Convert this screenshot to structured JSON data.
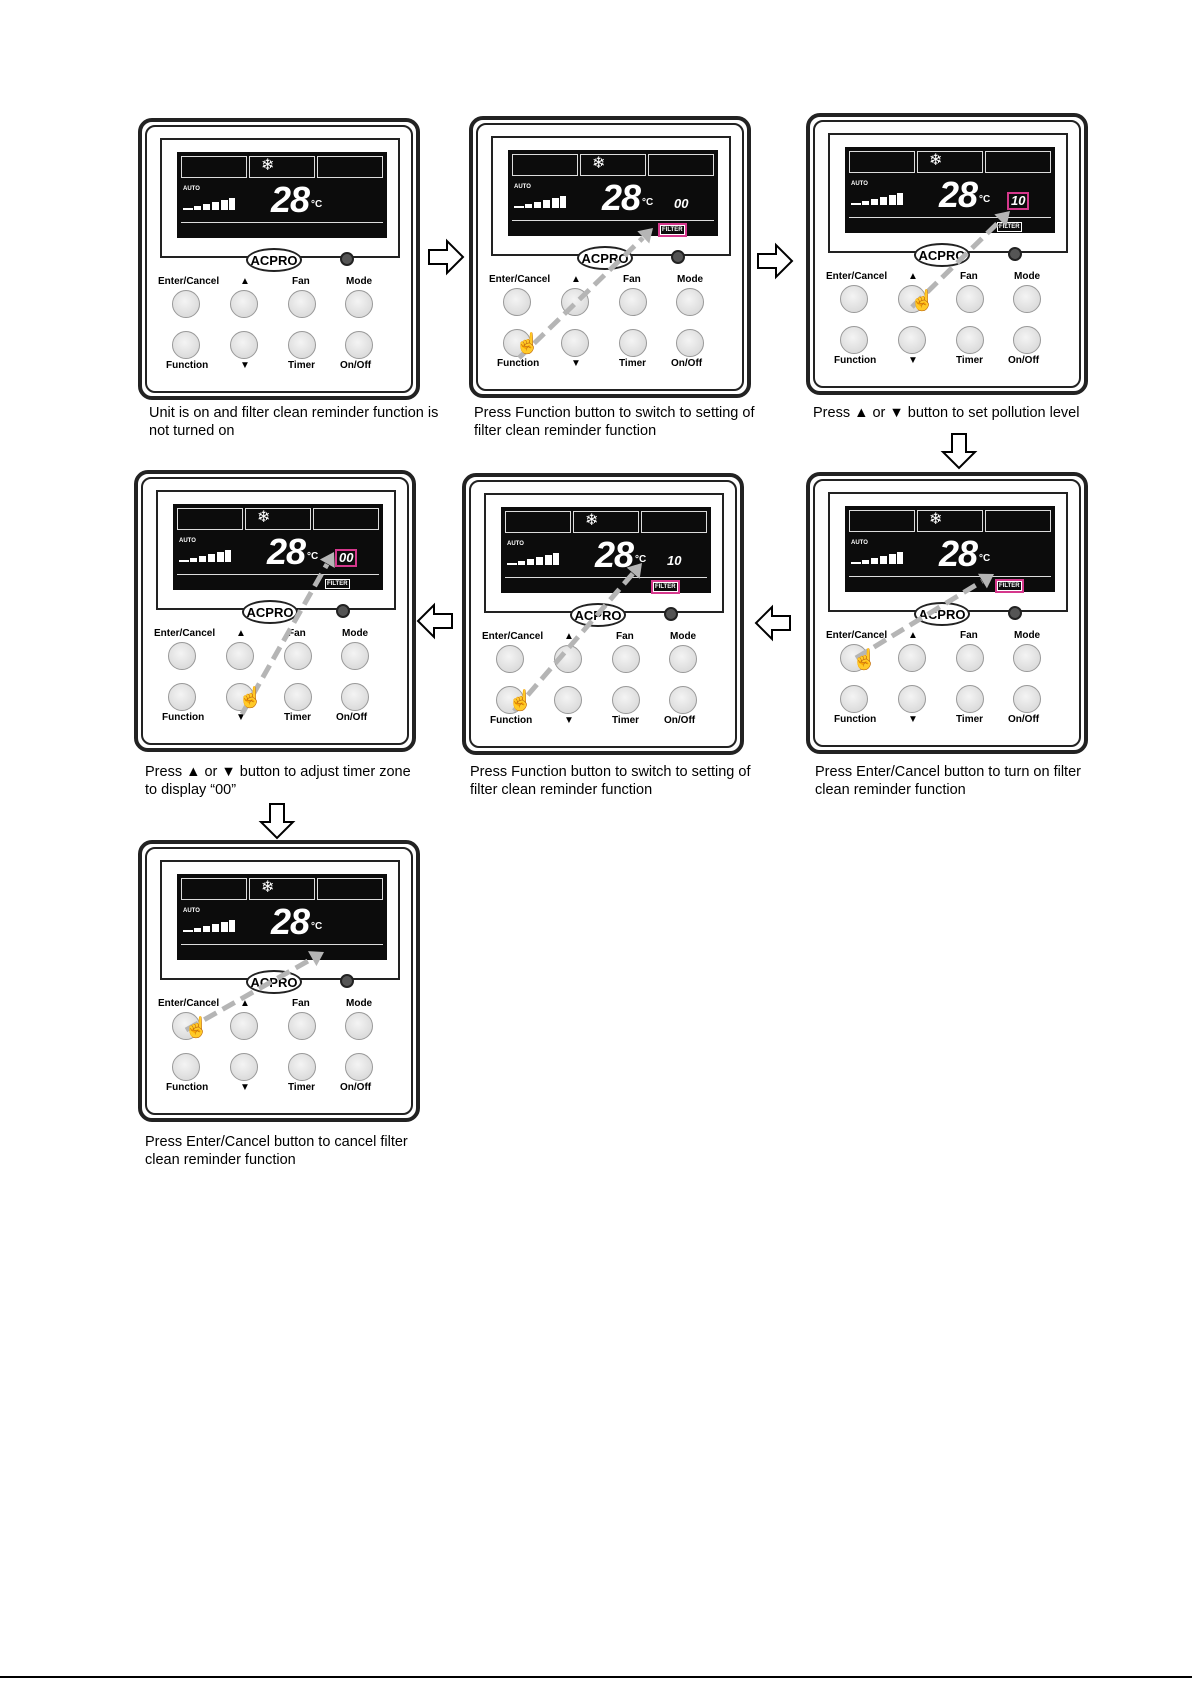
{
  "panels": [
    {
      "temp": "28",
      "unit": "°C",
      "mode": "AUTO",
      "timer": "",
      "timer_hl": false,
      "filter": "",
      "filter_hl": false,
      "buttons": {
        "enter": "Enter/Cancel",
        "up": "▲",
        "fan": "Fan",
        "mode": "Mode",
        "function": "Function",
        "down": "▼",
        "timer": "Timer",
        "onoff": "On/Off"
      },
      "logo": "ACPRO",
      "caption": "Unit is on and filter clean reminder function is not turned on"
    },
    {
      "temp": "28",
      "unit": "°C",
      "mode": "AUTO",
      "timer": "00",
      "timer_hl": false,
      "filter": "FILTER",
      "filter_hl": true,
      "buttons": {
        "enter": "Enter/Cancel",
        "up": "▲",
        "fan": "Fan",
        "mode": "Mode",
        "function": "Function",
        "down": "▼",
        "timer": "Timer",
        "onoff": "On/Off"
      },
      "logo": "ACPRO",
      "caption": "Press Function button to switch to setting of filter clean reminder function"
    },
    {
      "temp": "28",
      "unit": "°C",
      "mode": "AUTO",
      "timer": "10",
      "timer_hl": true,
      "filter": "FILTER",
      "filter_hl": false,
      "buttons": {
        "enter": "Enter/Cancel",
        "up": "▲",
        "fan": "Fan",
        "mode": "Mode",
        "function": "Function",
        "down": "▼",
        "timer": "Timer",
        "onoff": "On/Off"
      },
      "logo": "ACPRO",
      "caption": "Press ▲ or ▼ button to set pollution level"
    },
    {
      "temp": "28",
      "unit": "°C",
      "mode": "AUTO",
      "timer": "00",
      "timer_hl": true,
      "filter": "FILTER",
      "filter_hl": false,
      "buttons": {
        "enter": "Enter/Cancel",
        "up": "▲",
        "fan": "Fan",
        "mode": "Mode",
        "function": "Function",
        "down": "▼",
        "timer": "Timer",
        "onoff": "On/Off"
      },
      "logo": "ACPRO",
      "caption": "Press ▲ or ▼ button to adjust timer zone to display “00”"
    },
    {
      "temp": "28",
      "unit": "°C",
      "mode": "AUTO",
      "timer": "10",
      "timer_hl": false,
      "filter": "FILTER",
      "filter_hl": true,
      "buttons": {
        "enter": "Enter/Cancel",
        "up": "▲",
        "fan": "Fan",
        "mode": "Mode",
        "function": "Function",
        "down": "▼",
        "timer": "Timer",
        "onoff": "On/Off"
      },
      "logo": "ACPRO",
      "caption": "Press Function button to switch to setting of filter clean reminder function"
    },
    {
      "temp": "28",
      "unit": "°C",
      "mode": "AUTO",
      "timer": "",
      "timer_hl": false,
      "filter": "FILTER",
      "filter_hl": true,
      "buttons": {
        "enter": "Enter/Cancel",
        "up": "▲",
        "fan": "Fan",
        "mode": "Mode",
        "function": "Function",
        "down": "▼",
        "timer": "Timer",
        "onoff": "On/Off"
      },
      "logo": "ACPRO",
      "caption": "Press Enter/Cancel button to turn on filter clean reminder function"
    },
    {
      "temp": "28",
      "unit": "°C",
      "mode": "AUTO",
      "timer": "",
      "timer_hl": false,
      "filter": "",
      "filter_hl": false,
      "buttons": {
        "enter": "Enter/Cancel",
        "up": "▲",
        "fan": "Fan",
        "mode": "Mode",
        "function": "Function",
        "down": "▼",
        "timer": "Timer",
        "onoff": "On/Off"
      },
      "logo": "ACPRO",
      "caption": "Press Enter/Cancel button to cancel filter clean reminder function"
    }
  ],
  "colors": {
    "highlight": "#d5388c",
    "arrow": "#b5b5b5",
    "lcd": "#0c0c0c"
  },
  "icons": {
    "pointer": "hand-pointer-icon",
    "flow": "hollow-arrow-icon",
    "snowflake": "snowflake-icon"
  }
}
